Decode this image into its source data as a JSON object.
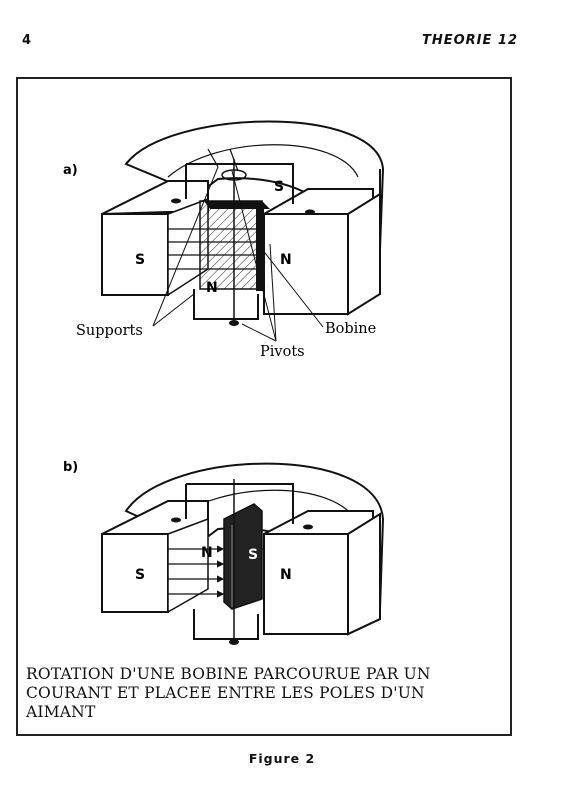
{
  "header": {
    "page_number": "4",
    "chapter": "THEORIE 12"
  },
  "figure_a": {
    "label": "a)",
    "pole_left": "S",
    "pole_right": "N",
    "pole_back": "S",
    "coil_pole": "N",
    "callouts": {
      "supports": "Supports",
      "bobine": "Bobine",
      "pivots": "Pivots"
    }
  },
  "figure_b": {
    "label": "b)",
    "pole_left": "S",
    "pole_right": "N",
    "coil_north": "N",
    "coil_south": "S"
  },
  "caption": {
    "line1": "ROTATION D'UNE BOBINE PARCOURUE PAR UN",
    "line2": "COURANT ET PLACEE ENTRE LES POLES D'UN",
    "line3": "AIMANT"
  },
  "figure_label": "Figure 2"
}
